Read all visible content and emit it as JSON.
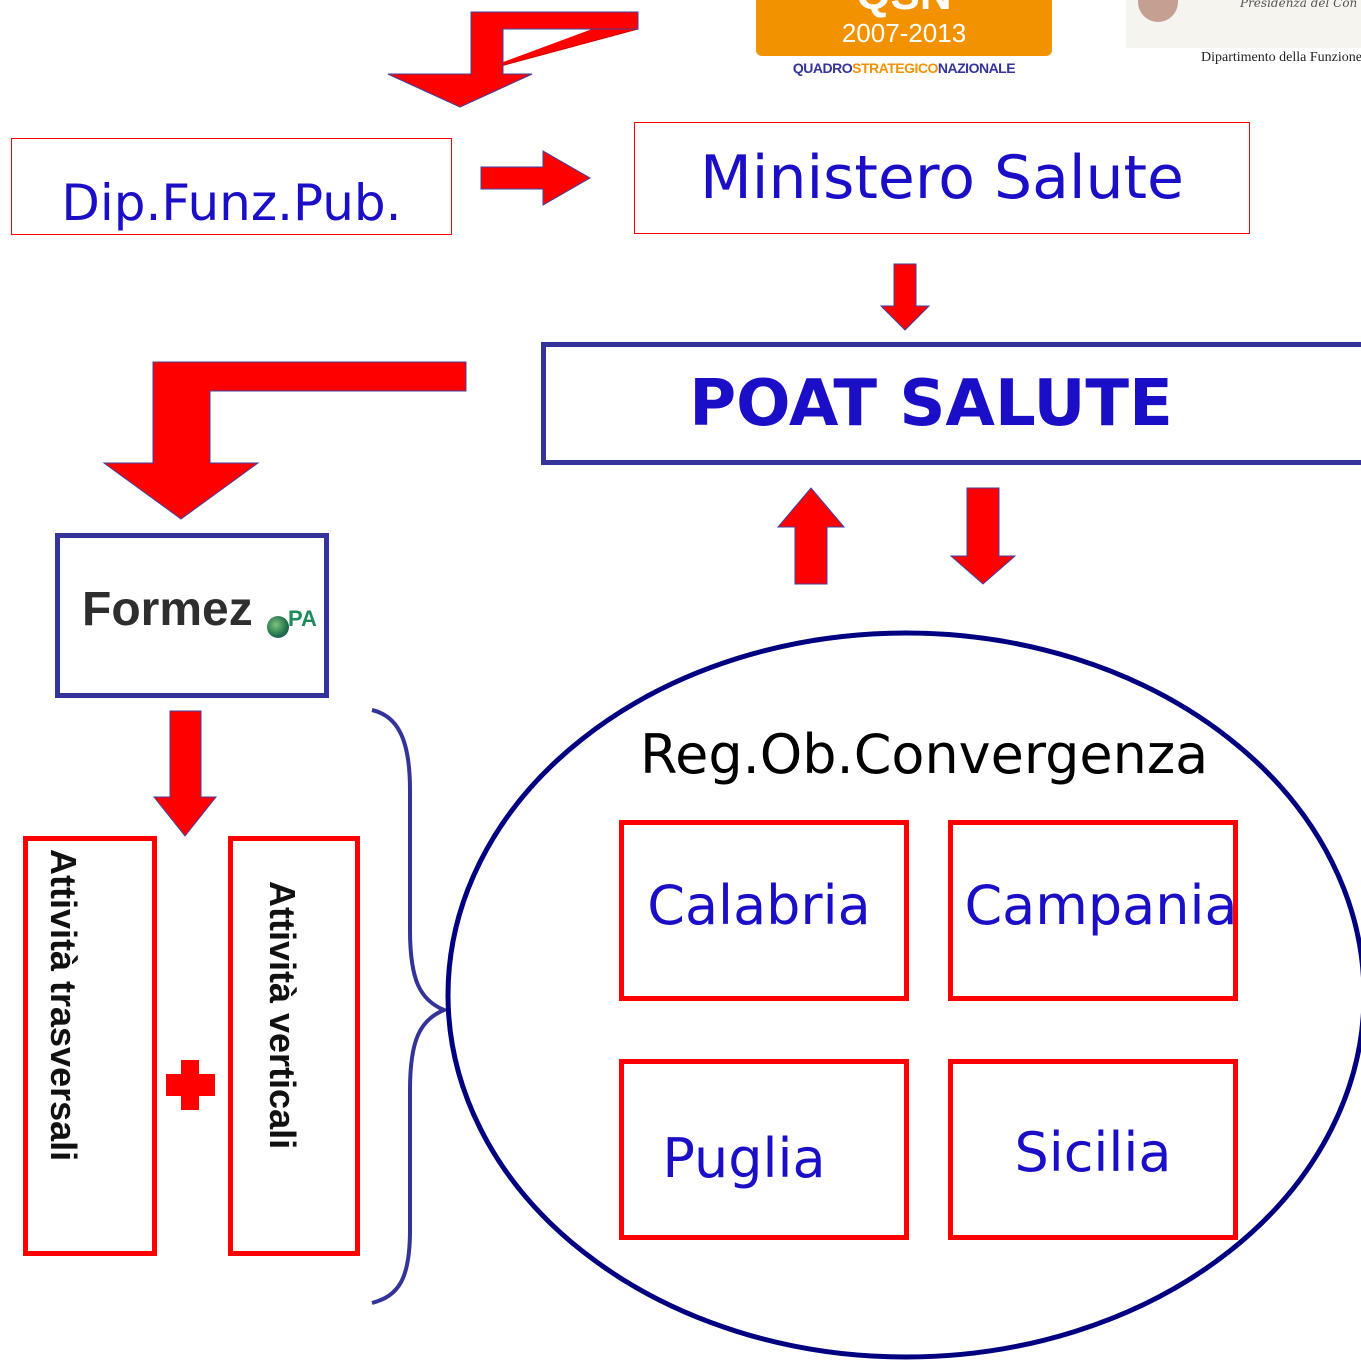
{
  "logos": {
    "qsn_year": "2007-2013",
    "qsn_caption_part1": "QUADRO",
    "qsn_caption_part2": "STRATEGICO",
    "qsn_caption_part3": "NAZIONALE",
    "qsn_partial": "QSN",
    "presidenza_text": "Presidenza del Con",
    "dipartimento_text": "Dipartimento della Funzione",
    "formez_text": "Formez",
    "formez_suffix": "PA"
  },
  "nodes": {
    "dip_funz_pub": "Dip.Funz.Pub.",
    "ministero_salute": "Ministero Salute",
    "poat_salute": "POAT SALUTE",
    "regions_title": "Reg.Ob.Convergenza",
    "region_calabria": "Calabria",
    "region_campania": "Campania",
    "region_puglia": "Puglia",
    "region_sicilia": "Sicilia",
    "activity_transversal": "Attività trasversali",
    "activity_vertical": "Attività verticali"
  },
  "colors": {
    "arrow": "#ff0000",
    "box_border_red": "#ff0000",
    "box_border_blue": "#333399",
    "text_blue": "#1a0fc7",
    "ellipse": "#000080",
    "brace": "#333399",
    "qsn_orange": "#f39200"
  }
}
